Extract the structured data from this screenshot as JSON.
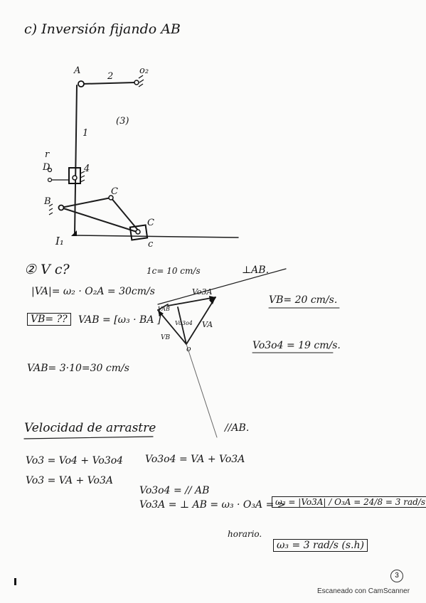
{
  "title": "c) Inversión fijando AB",
  "mechanism": {
    "point_a": "A",
    "link_2": "2",
    "point_o2": "o₂",
    "link_3": "(3)",
    "link_1": "1",
    "link_4": "4",
    "point_d": "D",
    "point_b": "B",
    "point_c_upper": "C",
    "point_c": "C",
    "point_c_small": "c",
    "point_i1": "I₁",
    "side_mark": "r"
  },
  "velocity_section": {
    "heading": "② V c?",
    "scale": "1c= 10 cm/s",
    "perp_ab": "⊥AB.",
    "va_eq": "|VA|= ω₂ · O₂A = 30cm/s",
    "vb_unknown": "VB= ??",
    "vab_eq": "VAB = [ω₃ · BA ]",
    "vab_value": "VAB= 3·10=30 cm/s",
    "vb_value": "VB= 20 cm/s.",
    "vo3o4_value": "Vo3o4 = 19 cm/s.",
    "polygon": {
      "v_o3a": "Vo3A",
      "v_a": "VA",
      "v_ab": "VAB",
      "v_o3o4": "Vo3o4",
      "v_b": "VB",
      "origin": "o"
    }
  },
  "drag_section": {
    "heading": "Velocidad de arrastre",
    "parallel_ab": "//AB.",
    "eq1": "Vo3 = Vo4 + Vo3o4",
    "eq2": "Vo3 = VA + Vo3A",
    "eq3": "Vo3o4 = VA + Vo3A",
    "eq4": "Vo3o4 = // AB",
    "eq5": "Vo3A = ⊥ AB  =  ω₃ · O₃A = >",
    "omega_calc": "ω₃ = |Vo3A| / O₃A = 24/8 = 3 rad/s",
    "horario": "horario.",
    "result": "ω₃ = 3 rad/s (s.h)"
  },
  "footer": "Escaneado con CamScanner",
  "page_number": "3"
}
